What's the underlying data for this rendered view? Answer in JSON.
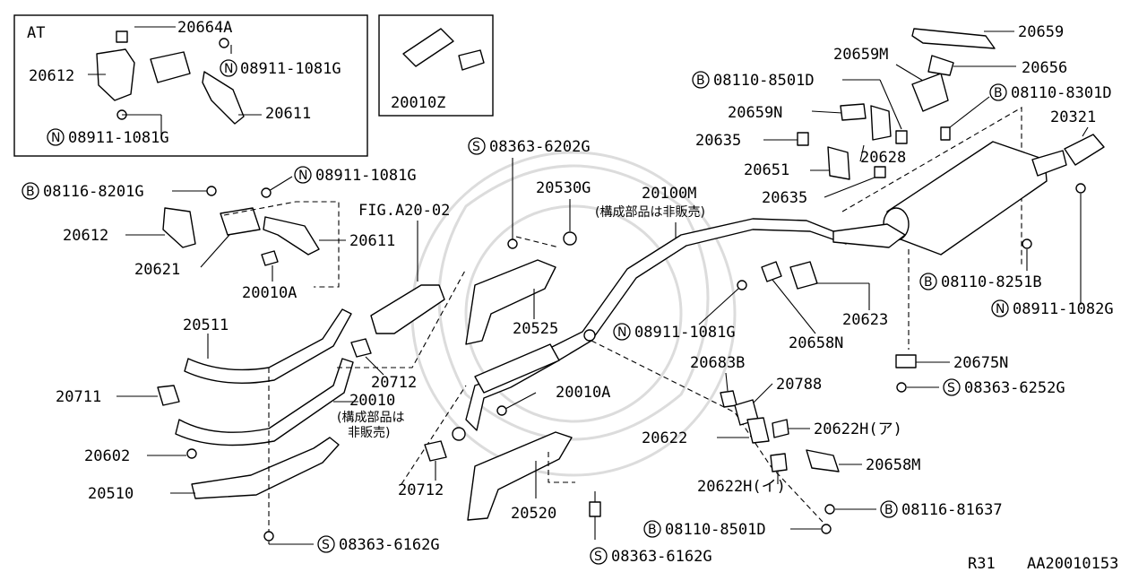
{
  "diagram": {
    "inset_at_title": "AT",
    "labels": {
      "p20664A": "20664A",
      "p20612_at": "20612",
      "n_at_1": "08911-1081G",
      "p20611_at": "20611",
      "n_at_2": "08911-1081G",
      "p20010Z": "20010Z",
      "b08116_8201G": "08116-8201G",
      "n_08911_mid": "08911-1081G",
      "p20612": "20612",
      "p20621": "20621",
      "fig": "FIG.A20-02",
      "p20611": "20611",
      "p20010A_left": "20010A",
      "p20511": "20511",
      "p20711": "20711",
      "p20602": "20602",
      "p20510": "20510",
      "p20010": "20010",
      "note_20010_1": "(構成部品は",
      "note_20010_2": "非販売)",
      "p20712_upper": "20712",
      "p20712_lower": "20712",
      "s08363_6202G": "08363-6202G",
      "p20530G": "20530G",
      "p20100M": "20100M",
      "note_20100M": "(構成部品は非販売)",
      "p20525": "20525",
      "n08911_center": "08911-1081G",
      "p20010A_center": "20010A",
      "p20520": "20520",
      "s08363_6162G_bottom": "08363-6162G",
      "s08363_6162G_left": "08363-6162G",
      "p20659": "20659",
      "p20659M": "20659M",
      "p20656": "20656",
      "b08110_8501D_top": "08110-8501D",
      "b08110_8301D": "08110-8301D",
      "p20659N": "20659N",
      "p20321": "20321",
      "p20635_top": "20635",
      "p20628": "20628",
      "p20651": "20651",
      "p20635_bottom": "20635",
      "b08110_8251B": "08110-8251B",
      "n08911_1082G": "08911-1082G",
      "p20623": "20623",
      "p20658N": "20658N",
      "p20675N": "20675N",
      "s08363_6252G": "08363-6252G",
      "p20683B": "20683B",
      "p20788": "20788",
      "p20622H_a": "20622H(ア)",
      "p20622": "20622",
      "p20658M": "20658M",
      "p20622H_i": "20622H(イ)",
      "b08116_81637": "08116-81637",
      "b08110_8501D_bottom": "08110-8501D",
      "ref_r31": "R31",
      "ref_code": "AA20010153"
    },
    "circled_prefixes": {
      "N": "N",
      "B": "B",
      "S": "S"
    }
  }
}
